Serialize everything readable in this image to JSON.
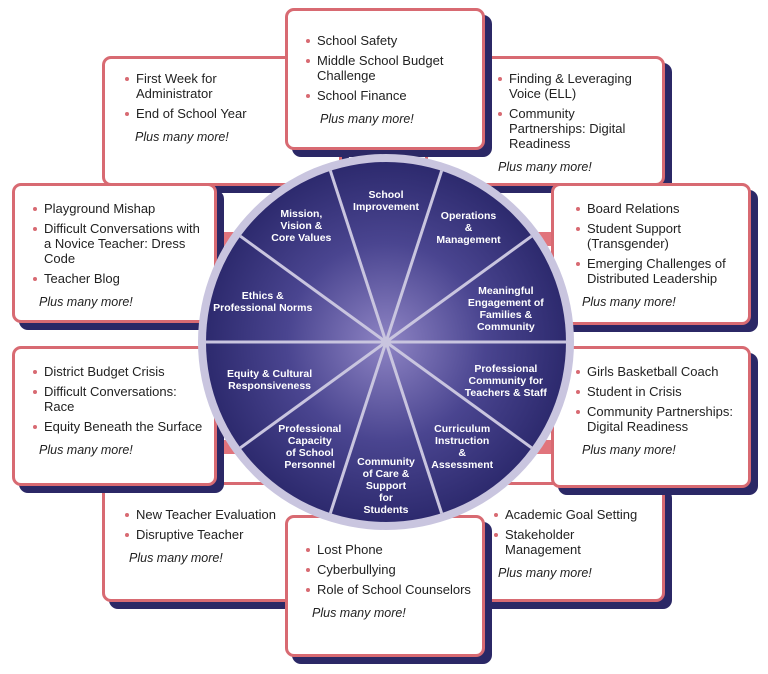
{
  "colors": {
    "box_border": "#d86a72",
    "box_shadow": "#2b2866",
    "wheel_fill": "#2d2a6e",
    "wheel_ring": "#c9c5df",
    "bullet": "#d86a72"
  },
  "segments": [
    {
      "id": "school-improvement",
      "label": "School\nImprovement"
    },
    {
      "id": "operations",
      "label": "Operations\n&\nManagement"
    },
    {
      "id": "families",
      "label": "Meaningful\nEngagement of\nFamilies & Community"
    },
    {
      "id": "professional-community",
      "label": "Professional\nCommunity for\nTeachers & Staff"
    },
    {
      "id": "curriculum",
      "label": "Curriculum\nInstruction\n&\nAssessment"
    },
    {
      "id": "community-of-care",
      "label": "Community\nof Care &\nSupport\nfor\nStudents"
    },
    {
      "id": "professional-capacity",
      "label": "Professional\nCapacity\nof School\nPersonnel"
    },
    {
      "id": "equity",
      "label": "Equity & Cultural\nResponsiveness"
    },
    {
      "id": "ethics",
      "label": "Ethics &\nProfessional Norms"
    },
    {
      "id": "mission",
      "label": "Mission,\nVision &\nCore Values"
    }
  ],
  "boxes": [
    {
      "id": "top",
      "items": [
        "School Safety",
        "Middle School Budget Challenge",
        "School Finance"
      ],
      "more": "Plus many more!"
    },
    {
      "id": "top-left",
      "items": [
        "First Week for Administrator",
        "End of School Year"
      ],
      "more": "Plus many more!"
    },
    {
      "id": "top-right",
      "items": [
        "Finding & Leveraging Voice (ELL)",
        "Community Partnerships: Digital Readiness"
      ],
      "more": "Plus many more!"
    },
    {
      "id": "mid-left-upper",
      "items": [
        "Playground Mishap",
        "Difficult Conversations with a Novice Teacher: Dress Code",
        "Teacher Blog"
      ],
      "more": "Plus many more!"
    },
    {
      "id": "mid-right-upper",
      "items": [
        "Board Relations",
        "Student Support (Transgender)",
        "Emerging Challenges of Distributed Leadership"
      ],
      "more": "Plus many more!"
    },
    {
      "id": "mid-left-lower",
      "items": [
        "District Budget Crisis",
        "Difficult Conversations: Race",
        "Equity Beneath the Surface"
      ],
      "more": "Plus many more!"
    },
    {
      "id": "mid-right-lower",
      "items": [
        "Girls Basketball Coach",
        "Student in Crisis",
        "Community Partnerships: Digital Readiness"
      ],
      "more": "Plus many more!"
    },
    {
      "id": "bottom-left",
      "items": [
        "New Teacher Evaluation",
        "Disruptive Teacher"
      ],
      "more": "Plus many more!"
    },
    {
      "id": "bottom-right",
      "items": [
        "Academic Goal Setting",
        "Stakeholder Management"
      ],
      "more": "Plus many more!"
    },
    {
      "id": "bottom",
      "items": [
        "Lost Phone",
        "Cyberbullying",
        "Role of School Counselors"
      ],
      "more": "Plus many more!"
    }
  ]
}
